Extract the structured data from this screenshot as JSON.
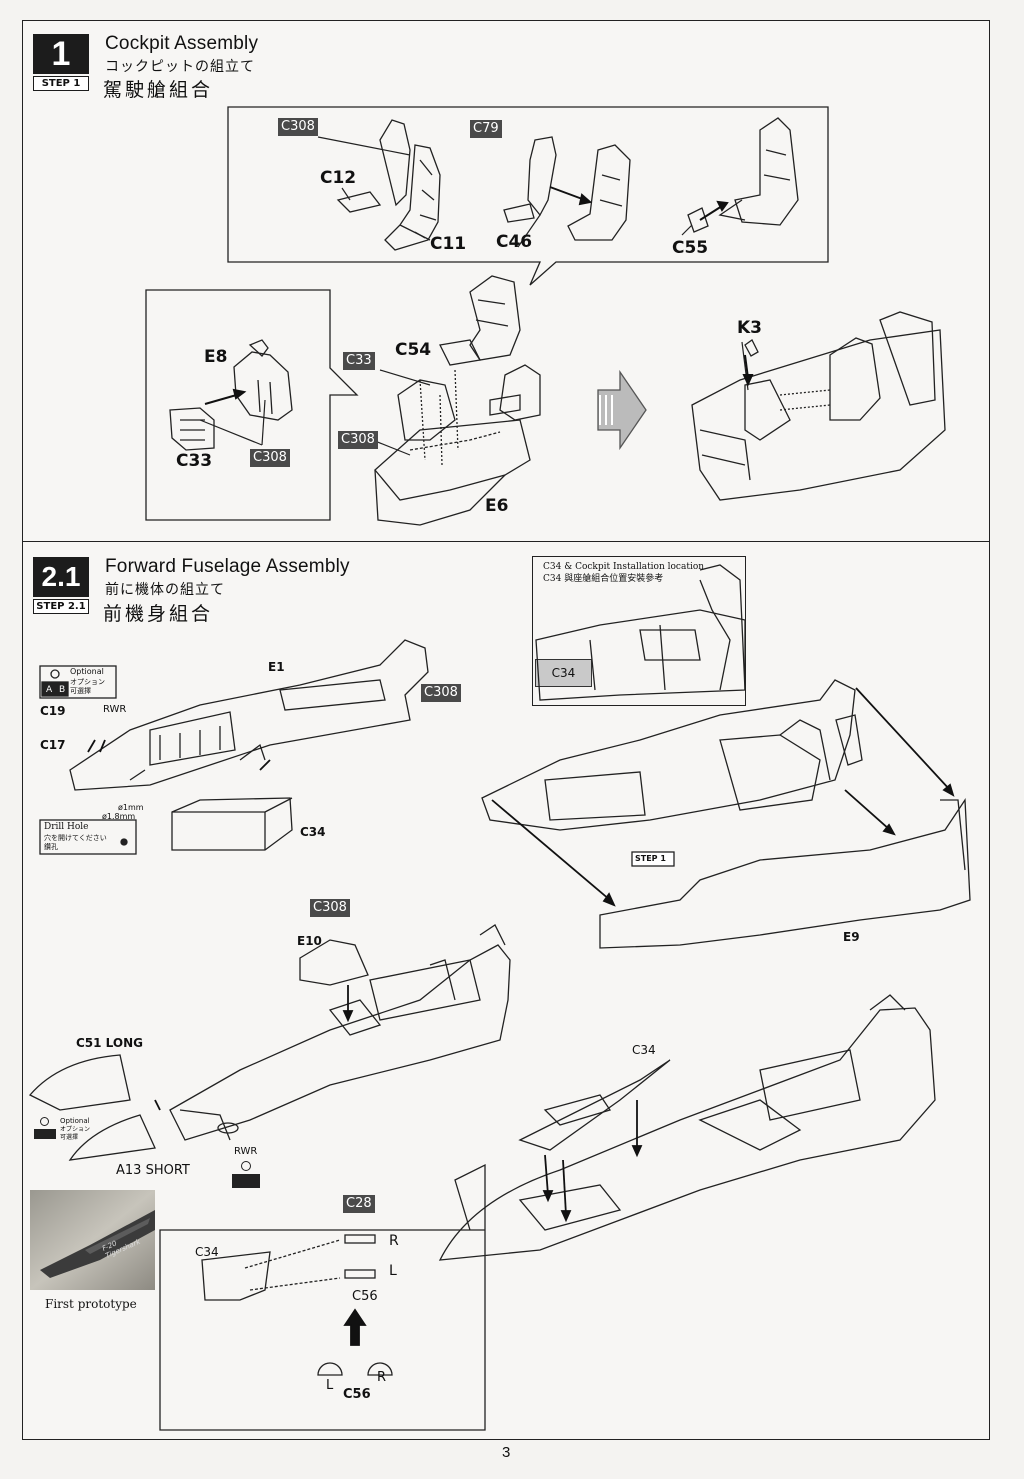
{
  "page_number": "3",
  "step1": {
    "number": "1",
    "tag": "STEP 1",
    "title_en": "Cockpit Assembly",
    "title_jp": "コックピットの組立て",
    "title_cn": "駕駛艙組合",
    "labels": {
      "c308_top": "C308",
      "c79": "C79",
      "c12": "C12",
      "c11": "C11",
      "c46": "C46",
      "c55": "C55",
      "e8": "E8",
      "c33_left": "C33",
      "c308_left": "C308",
      "c33_chip": "C33",
      "c54": "C54",
      "c308_mid": "C308",
      "e6": "E6",
      "k3": "K3"
    }
  },
  "step2": {
    "number": "2.1",
    "tag": "STEP 2.1",
    "title_en": "Forward Fuselage Assembly",
    "title_jp": "前に機体の組立て",
    "title_cn": "前機身組合",
    "install_note": {
      "line1": "C34 & Cockpit Installation location",
      "line2": "C34 與座艙組合位置安裝參考",
      "chip": "C34"
    },
    "labels": {
      "e1": "E1",
      "c308_fuse": "C308",
      "optional": "Optional",
      "optional_jp": "オプション",
      "optional_cn": "可選擇",
      "ab_a": "A",
      "ab_b": "B",
      "c19": "C19",
      "c17": "C17",
      "rwr": "RWR",
      "d1": "ø1mm",
      "d18": "ø1.8mm",
      "drill_en": "Drill Hole",
      "drill_jp": "穴を開けてください",
      "drill_cn": "鑽孔",
      "c34_box": "C34",
      "step1_ref": "STEP 1",
      "e9": "E9",
      "c308_e10": "C308",
      "e10": "E10",
      "c51": "C51 LONG",
      "a13": "A13 SHORT",
      "rwr2": "RWR",
      "c34_top": "C34",
      "c28": "C28",
      "c34_detail": "C34",
      "r": "R",
      "l": "L",
      "c56": "C56",
      "c56_l": "L",
      "c56_r": "R",
      "c56_bottom": "C56",
      "first_prototype": "First prototype",
      "photo_text": "F-20 Tigershark"
    }
  },
  "colors": {
    "ink": "#111111",
    "chip": "#4a4a4a",
    "paper": "#f7f6f4"
  }
}
